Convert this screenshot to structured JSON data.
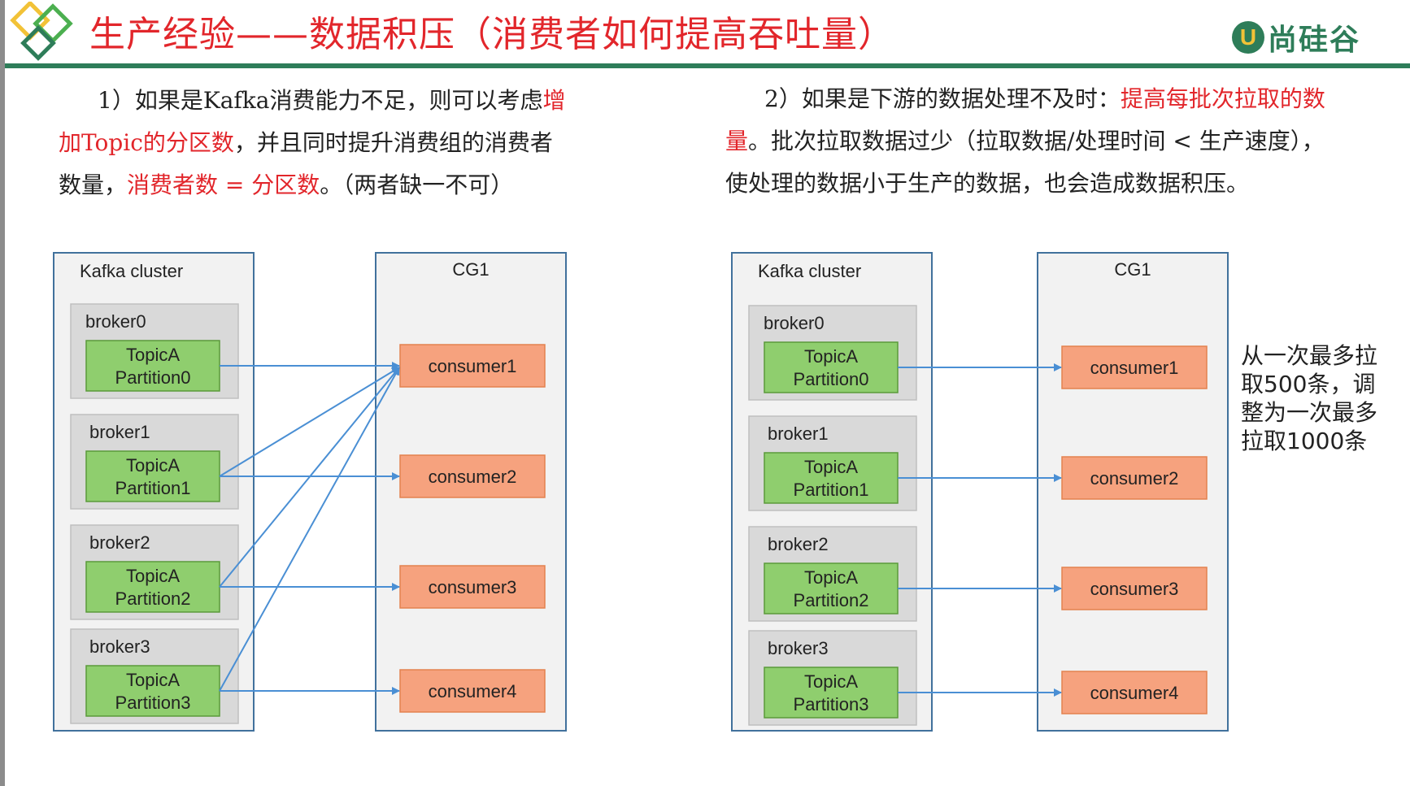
{
  "header": {
    "title": "生产经验——数据积压（消费者如何提高吞吐量）",
    "brand_badge": "U",
    "brand_text": "尚硅谷"
  },
  "left_text": {
    "line1_a": "1）如果是Kafka消费能力不足，则可以考虑",
    "line1_red": "增",
    "line2_red": "加Topic的分区数",
    "line2_b": "，并且同时提升消费组的消费者",
    "line3_a": "数量，",
    "line3_red": "消费者数 = 分区数",
    "line3_b": "。（两者缺一不可）"
  },
  "right_text": {
    "line1_a": "2）如果是下游的数据处理不及时：",
    "line1_red": "提高每批次拉取的数",
    "line2_red": "量",
    "line2_b": "。批次拉取数据过少（拉取数据/处理时间 < 生产速度），",
    "line3": "使处理的数据小于生产的数据，也会造成数据积压。"
  },
  "diagrams": [
    {
      "cluster_label": "Kafka cluster",
      "group_label": "CG1",
      "brokers": [
        {
          "label": "broker0",
          "topic": "TopicA",
          "partition": "Partition0"
        },
        {
          "label": "broker1",
          "topic": "TopicA",
          "partition": "Partition1"
        },
        {
          "label": "broker2",
          "topic": "TopicA",
          "partition": "Partition2"
        },
        {
          "label": "broker3",
          "topic": "TopicA",
          "partition": "Partition3"
        }
      ],
      "consumers": [
        "consumer1",
        "consumer2",
        "consumer3",
        "consumer4"
      ]
    },
    {
      "cluster_label": "Kafka cluster",
      "group_label": "CG1",
      "brokers": [
        {
          "label": "broker0",
          "topic": "TopicA",
          "partition": "Partition0"
        },
        {
          "label": "broker1",
          "topic": "TopicA",
          "partition": "Partition1"
        },
        {
          "label": "broker2",
          "topic": "TopicA",
          "partition": "Partition2"
        },
        {
          "label": "broker3",
          "topic": "TopicA",
          "partition": "Partition3"
        }
      ],
      "consumers": [
        "consumer1",
        "consumer2",
        "consumer3",
        "consumer4"
      ]
    }
  ],
  "note": {
    "line1": "从一次最多拉",
    "line2": "取500条，调",
    "line3": "整为一次最多",
    "line4": "拉取1000条"
  },
  "colors": {
    "accent_red": "#e2262b",
    "brand_green": "#2e7d59",
    "partition_fill": "#8fce6e",
    "consumer_fill": "#f6a27e",
    "arrow_blue": "#4a8fd4",
    "container_border": "#41719c"
  }
}
